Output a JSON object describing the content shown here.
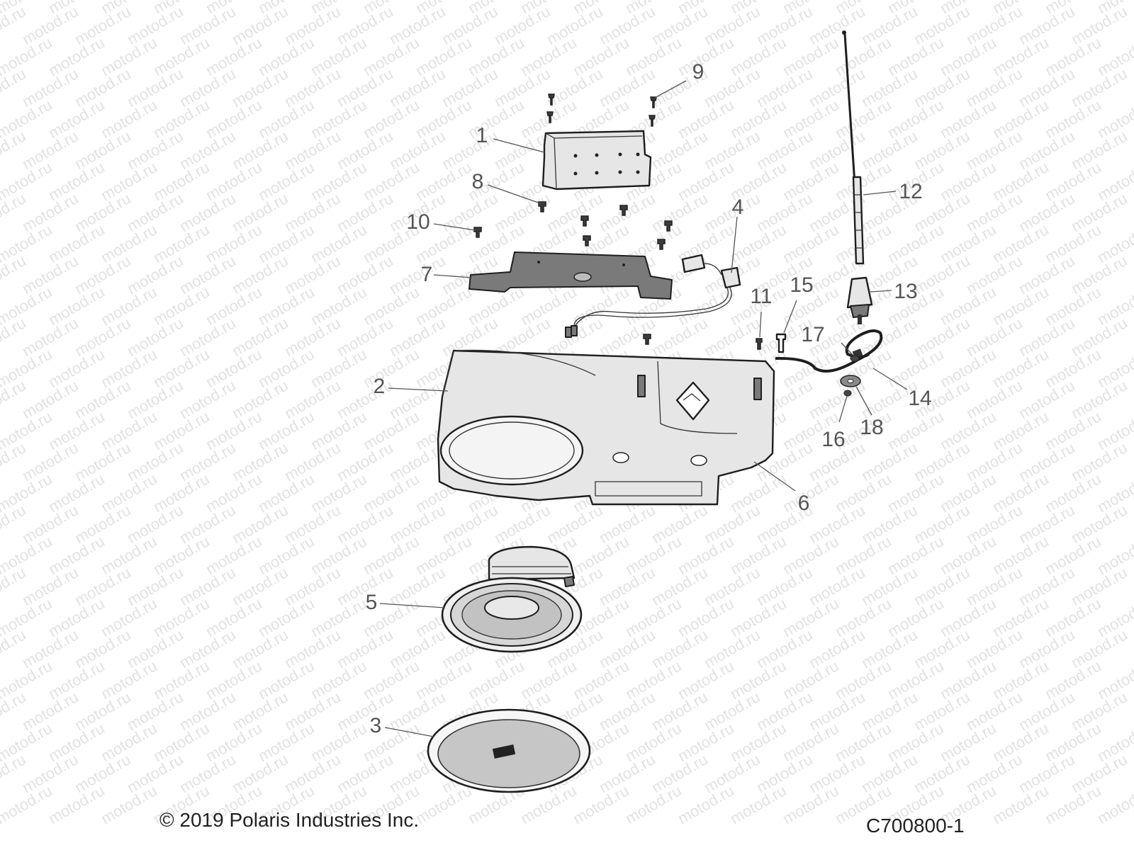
{
  "callouts": [
    {
      "num": "1"
    },
    {
      "num": "2"
    },
    {
      "num": "3"
    },
    {
      "num": "4"
    },
    {
      "num": "5"
    },
    {
      "num": "6"
    },
    {
      "num": "7"
    },
    {
      "num": "8"
    },
    {
      "num": "9"
    },
    {
      "num": "10"
    },
    {
      "num": "11"
    },
    {
      "num": "12"
    },
    {
      "num": "13"
    },
    {
      "num": "14"
    },
    {
      "num": "15"
    },
    {
      "num": "16"
    },
    {
      "num": "17"
    },
    {
      "num": "18"
    }
  ],
  "watermark": "motod.ru",
  "footer": {
    "copyright": "© 2019 Polaris Industries Inc.",
    "diagram_code": "C700800-1"
  },
  "colors": {
    "label": "#555555",
    "line": "#1e1e1e",
    "watermark": "#e2e2e2",
    "background": "#ffffff"
  }
}
